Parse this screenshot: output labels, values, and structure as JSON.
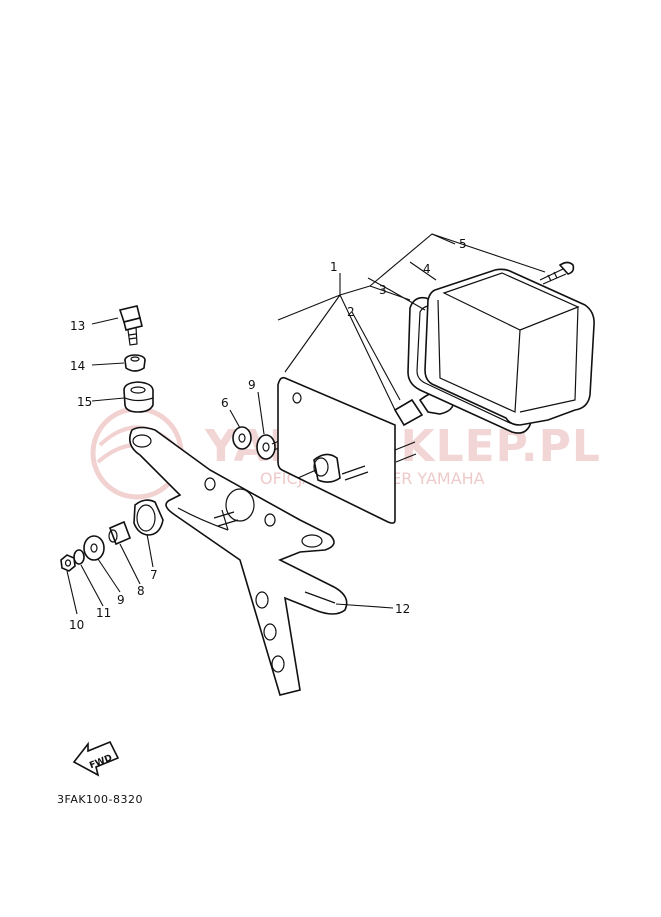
{
  "watermark": {
    "text": "YAMA-SKLEP.PL",
    "subtext": "OFICJALNY DEALER YAMAHA"
  },
  "diagram_code": "3FAK100-8320",
  "fwd_label": "FWD",
  "callouts": {
    "c1": "1",
    "c2": "2",
    "c3": "3",
    "c4": "4",
    "c5": "5",
    "c6": "6",
    "c7": "7",
    "c8": "8",
    "c9a": "9",
    "c9b": "9",
    "c10": "10",
    "c11": "11",
    "c12": "12",
    "c13": "13",
    "c14": "14",
    "c15": "15"
  }
}
